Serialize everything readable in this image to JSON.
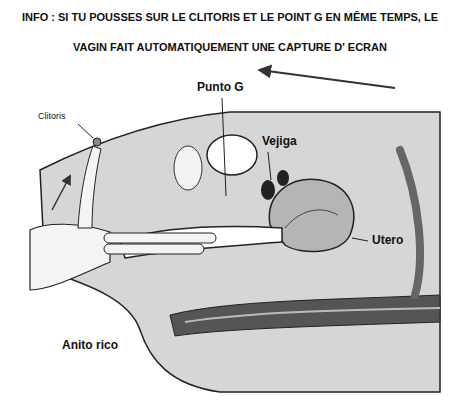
{
  "diagram": {
    "title": "INFO : SI TU POUSSES SUR LE CLITORIS ET LE POINT G EN MÊME TEMPS, LE VAGIN FAIT AUTOMATIQUEMENT UNE CAPTURE D' ECRAN",
    "labels": [
      "Punto G",
      "Clitoris",
      "Vejiga",
      "Utero",
      "Anito rico"
    ]
  }
}
